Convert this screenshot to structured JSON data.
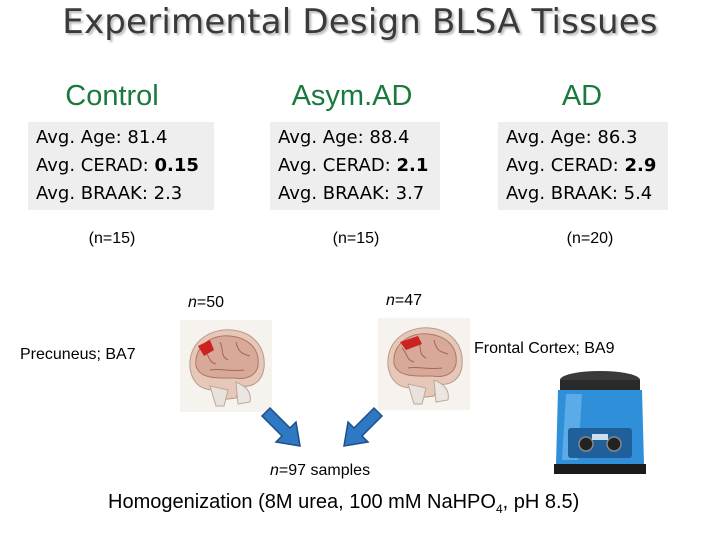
{
  "title": "Experimental Design BLSA Tissues",
  "groups": [
    {
      "name": "Control",
      "age_label": "Avg. Age: ",
      "age": "81.4",
      "cerad_label": "Avg. CERAD: ",
      "cerad": "0.15",
      "braak_label": "Avg. BRAAK: ",
      "braak": "2.3",
      "n": "(n=15)"
    },
    {
      "name": "Asym.AD",
      "age_label": "Avg. Age: ",
      "age": "88.4",
      "cerad_label": "Avg. CERAD: ",
      "cerad": "2.1",
      "braak_label": "Avg. BRAAK: ",
      "braak": "3.7",
      "n": "(n=15)"
    },
    {
      "name": "AD",
      "age_label": "Avg. Age: ",
      "age": "86.3",
      "cerad_label": "Avg. CERAD: ",
      "cerad": "2.9",
      "braak_label": "Avg. BRAAK: ",
      "braak": "5.4",
      "n": "(n=20)"
    }
  ],
  "regions": {
    "left": {
      "n_var": "n",
      "n_val": "=50",
      "label": "Precuneus; BA7"
    },
    "right": {
      "n_var": "n",
      "n_val": "=47",
      "label": "Frontal Cortex; BA9"
    }
  },
  "samples": {
    "n_var": "n",
    "n_val": "=97 samples"
  },
  "homogenization": {
    "prefix": "Homogenization (8M urea, 100 mM NaHPO",
    "sub": "4",
    "suffix": ", pH 8.5)"
  },
  "colors": {
    "group_heading": "#1a7a3e",
    "title": "#3a3a3a",
    "stats_bg": "#eeeeee",
    "region_highlight": "#cc2222",
    "arrow": "#2f78c4"
  },
  "icons": [
    "brain-skull-left-icon",
    "brain-skull-right-icon",
    "homogenizer-icon",
    "arrow-down-right-icon",
    "arrow-down-left-icon"
  ]
}
